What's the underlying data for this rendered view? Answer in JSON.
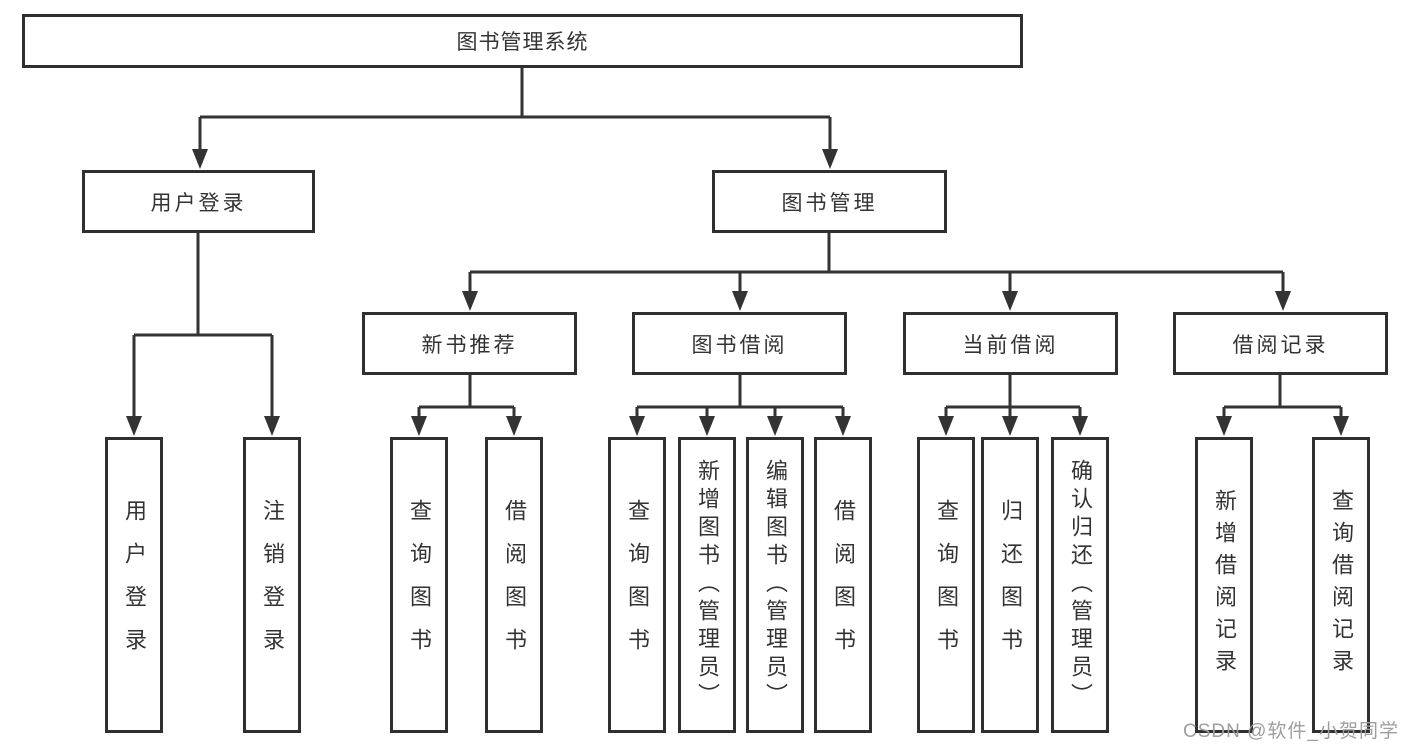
{
  "diagram": {
    "title": "图书管理系统",
    "branches": [
      {
        "label": "用户登录",
        "leaves": [
          "用户登录",
          "注销登录"
        ]
      },
      {
        "label": "图书管理",
        "groups": [
          {
            "label": "新书推荐",
            "leaves": [
              "查询图书",
              "借阅图书"
            ]
          },
          {
            "label": "图书借阅",
            "leaves": [
              "查询图书",
              "新增图书（管理员）",
              "编辑图书（管理员）",
              "借阅图书"
            ]
          },
          {
            "label": "当前借阅",
            "leaves": [
              "查询图书",
              "归还图书",
              "确认归还（管理员）"
            ]
          },
          {
            "label": "借阅记录",
            "leaves": [
              "新增借阅记录",
              "查询借阅记录"
            ]
          }
        ]
      }
    ],
    "colors": {
      "line": "#333333",
      "box_border": "#2f2f2f",
      "box_fill": "#ffffff",
      "text": "#333333",
      "watermark_text": "#9e9e9e"
    }
  },
  "watermark": {
    "text": "CSDN @软件_小贺同学"
  }
}
